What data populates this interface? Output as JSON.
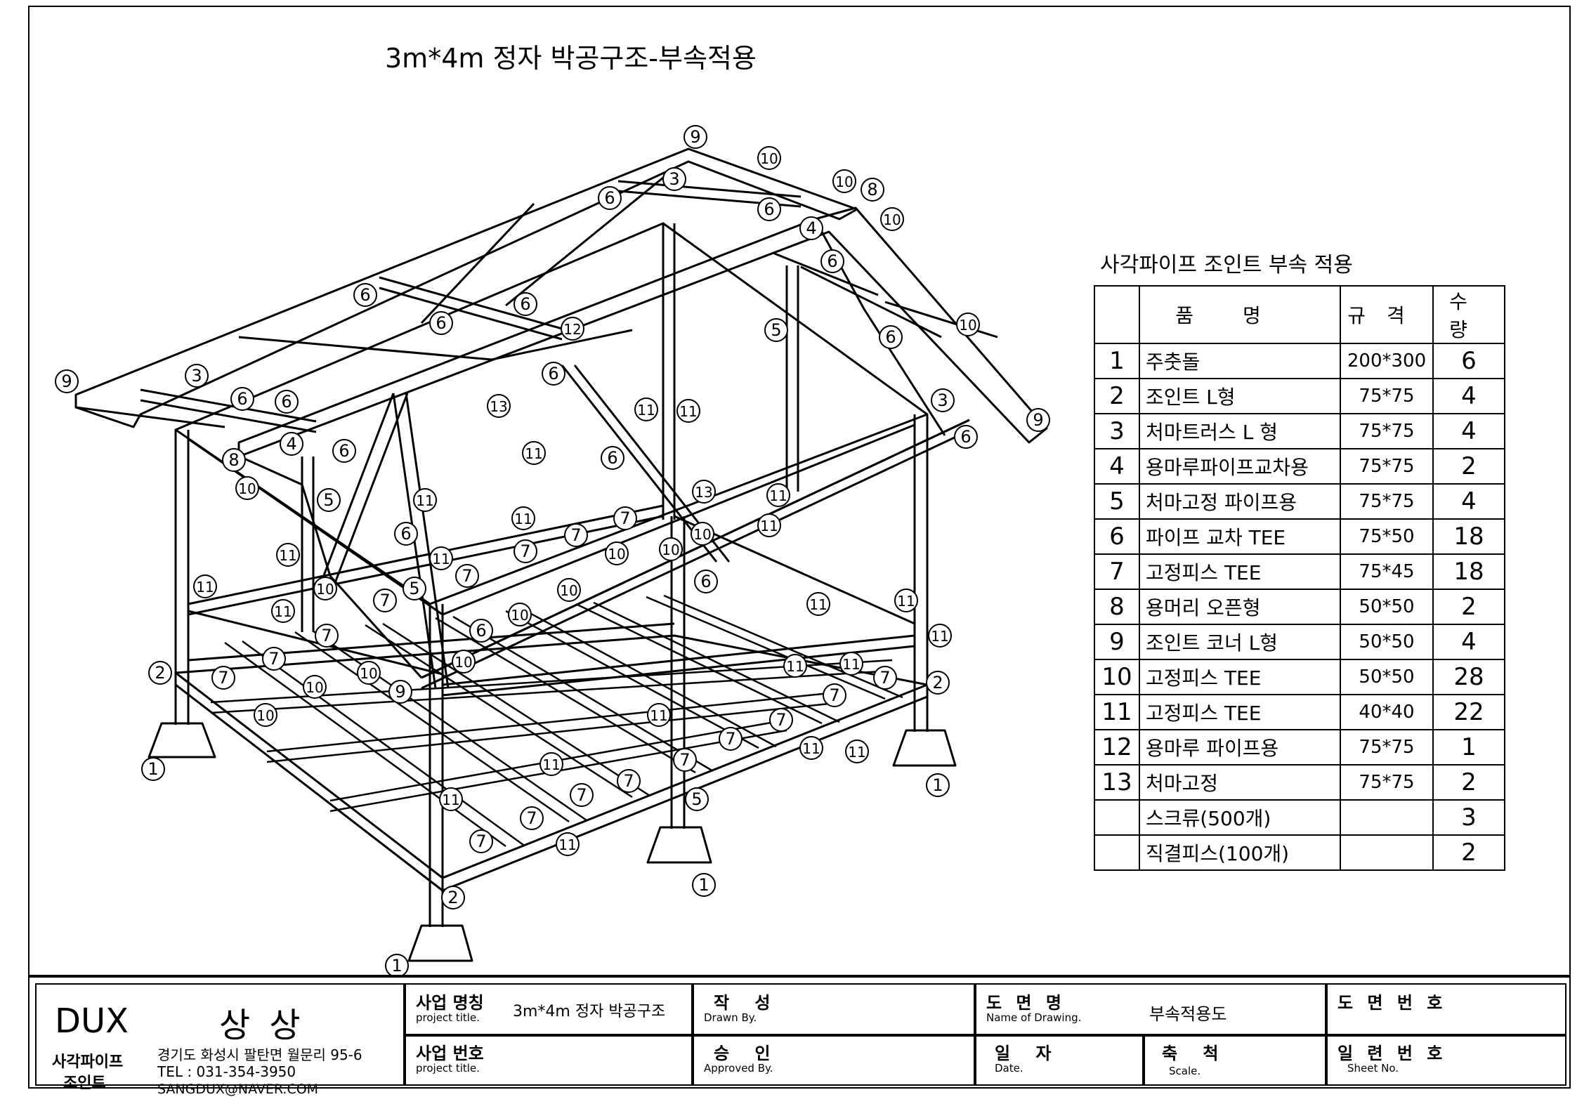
{
  "title": "3m*4m 정자 박공구조-부속적용",
  "parts_table": {
    "title": "사각파이프 조인트 부속 적용",
    "headers": {
      "name": "품명",
      "spec": "규격",
      "qty": "수량"
    },
    "rows": [
      {
        "no": "1",
        "name": "주춧돌",
        "spec": "200*300",
        "qty": "6"
      },
      {
        "no": "2",
        "name": "조인트 L형",
        "spec": "75*75",
        "qty": "4"
      },
      {
        "no": "3",
        "name": "처마트러스 L 형",
        "spec": "75*75",
        "qty": "4"
      },
      {
        "no": "4",
        "name": "용마루파이프교차용",
        "spec": "75*75",
        "qty": "2"
      },
      {
        "no": "5",
        "name": "처마고정 파이프용",
        "spec": "75*75",
        "qty": "4"
      },
      {
        "no": "6",
        "name": "파이프 교차 TEE",
        "spec": "75*50",
        "qty": "18"
      },
      {
        "no": "7",
        "name": "고정피스 TEE",
        "spec": "75*45",
        "qty": "18"
      },
      {
        "no": "8",
        "name": "용머리 오픈형",
        "spec": "50*50",
        "qty": "2"
      },
      {
        "no": "9",
        "name": "조인트 코너 L형",
        "spec": "50*50",
        "qty": "4"
      },
      {
        "no": "10",
        "name": "고정피스 TEE",
        "spec": "50*50",
        "qty": "28"
      },
      {
        "no": "11",
        "name": "고정피스 TEE",
        "spec": "40*40",
        "qty": "22"
      },
      {
        "no": "12",
        "name": "용마루 파이프용",
        "spec": "75*75",
        "qty": "1"
      },
      {
        "no": "13",
        "name": "처마고정",
        "spec": "75*75",
        "qty": "2"
      },
      {
        "no": "",
        "name": "스크류(500개)",
        "spec": "",
        "qty": "3"
      },
      {
        "no": "",
        "name": "직결피스(100개)",
        "spec": "",
        "qty": "2"
      }
    ]
  },
  "title_block": {
    "company": "DUX",
    "company_kr": "상 상",
    "product_line1": "사각파이프",
    "product_line2": "조인트",
    "address": "경기도 화성시 팔탄면 월문리 95-6",
    "tel": "TEL : 031-354-3950",
    "email": "SANGDUX@NAVER.COM",
    "project_title_kr": "사업 명칭",
    "project_title_en": "project title.",
    "project_title_value": "3m*4m 정자 박공구조",
    "project_no_kr": "사업 번호",
    "project_no_en": "project title.",
    "drawn_by_kr": "작 성",
    "drawn_by_en": "Drawn By.",
    "approved_by_kr": "승 인",
    "approved_by_en": "Approved By.",
    "drawing_name_kr": "도 면 명",
    "drawing_name_en": "Name of Drawing.",
    "drawing_name_value": "부속적용도",
    "date_kr": "일 자",
    "date_en": "Date.",
    "scale_kr": "축 척",
    "scale_en": "Scale.",
    "drawing_no_kr": "도 면 번 호",
    "sheet_no_kr": "일 련 번 호",
    "sheet_no_en": "Sheet No."
  },
  "callouts": [
    "1",
    "2",
    "3",
    "4",
    "5",
    "6",
    "7",
    "8",
    "9",
    "10",
    "11",
    "12",
    "13"
  ]
}
